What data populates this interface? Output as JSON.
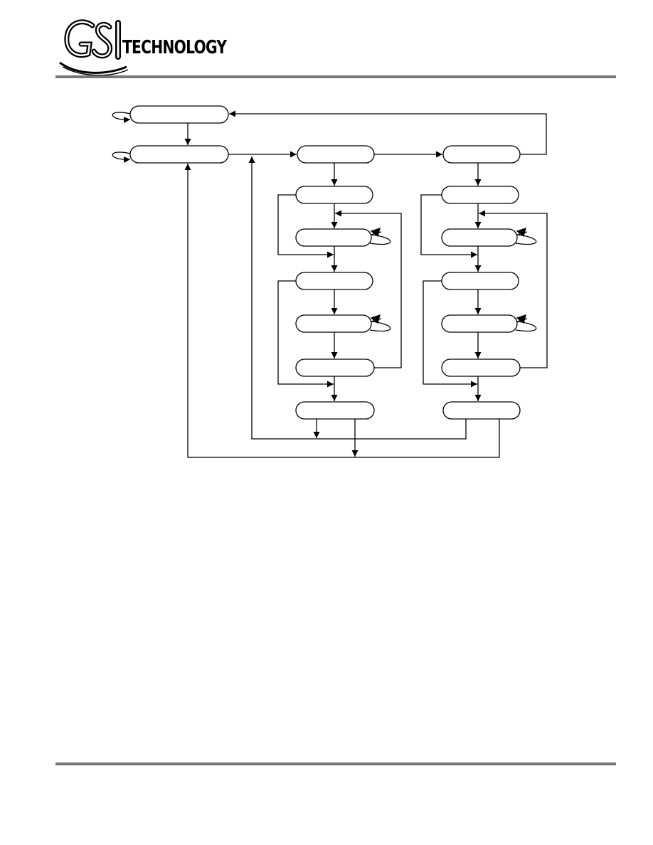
{
  "header": {
    "logo_mark": "GSI",
    "logo_word": "TECHNOLOGY",
    "rule_color": "#777777"
  },
  "diagram": {
    "states": [
      {
        "id": "s0",
        "label": ""
      },
      {
        "id": "s1",
        "label": ""
      },
      {
        "id": "a0",
        "label": ""
      },
      {
        "id": "a1",
        "label": ""
      },
      {
        "id": "a2",
        "label": ""
      },
      {
        "id": "a3",
        "label": ""
      },
      {
        "id": "a4",
        "label": ""
      },
      {
        "id": "a5",
        "label": ""
      },
      {
        "id": "a6",
        "label": ""
      },
      {
        "id": "b0",
        "label": ""
      },
      {
        "id": "b1",
        "label": ""
      },
      {
        "id": "b2",
        "label": ""
      },
      {
        "id": "b3",
        "label": ""
      },
      {
        "id": "b4",
        "label": ""
      },
      {
        "id": "b5",
        "label": ""
      },
      {
        "id": "b6",
        "label": ""
      }
    ]
  },
  "footer": {
    "rule_color": "#777777"
  }
}
